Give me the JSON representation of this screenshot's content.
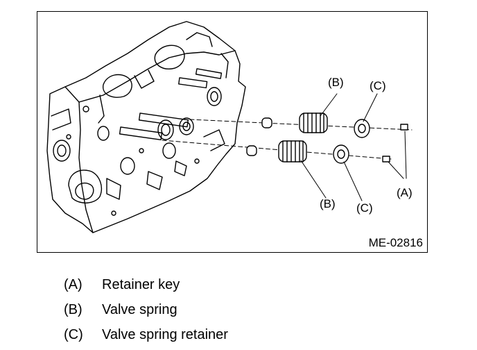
{
  "figure": {
    "id": "ME-02816",
    "callouts": {
      "b_top": "(B)",
      "c_top": "(C)",
      "b_bottom": "(B)",
      "c_bottom": "(C)",
      "a": "(A)"
    }
  },
  "legend": [
    {
      "key": "(A)",
      "text": "Retainer key"
    },
    {
      "key": "(B)",
      "text": "Valve spring"
    },
    {
      "key": "(C)",
      "text": "Valve spring retainer"
    }
  ]
}
